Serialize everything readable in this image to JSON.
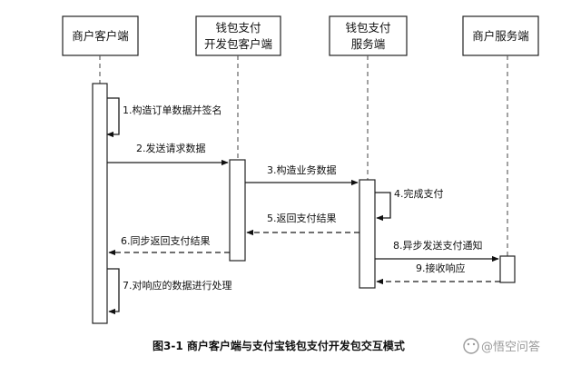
{
  "participants": [
    {
      "lines": [
        "商户客户端"
      ]
    },
    {
      "lines": [
        "钱包支付",
        "开发包客户端"
      ]
    },
    {
      "lines": [
        "钱包支付",
        "服务端"
      ]
    },
    {
      "lines": [
        "商户服务端"
      ]
    }
  ],
  "messages": [
    {
      "label": "1.构造订单数据并签名",
      "style": "solid",
      "type": "self"
    },
    {
      "label": "2.发送请求数据",
      "style": "solid"
    },
    {
      "label": "3.构造业务数据",
      "style": "solid"
    },
    {
      "label": "4.完成支付",
      "style": "solid",
      "type": "self"
    },
    {
      "label": "5.返回支付结果",
      "style": "dashed"
    },
    {
      "label": "6.同步返回支付结果",
      "style": "dashed"
    },
    {
      "label": "8.异步发送支付通知",
      "style": "solid"
    },
    {
      "label": "9.接收响应",
      "style": "dashed"
    },
    {
      "label": "7.对响应的数据进行处理",
      "style": "solid",
      "type": "self"
    }
  ],
  "caption": "图3-1  商户客户端与支付宝钱包支付开发包交互模式",
  "watermark": "@悟空问答"
}
